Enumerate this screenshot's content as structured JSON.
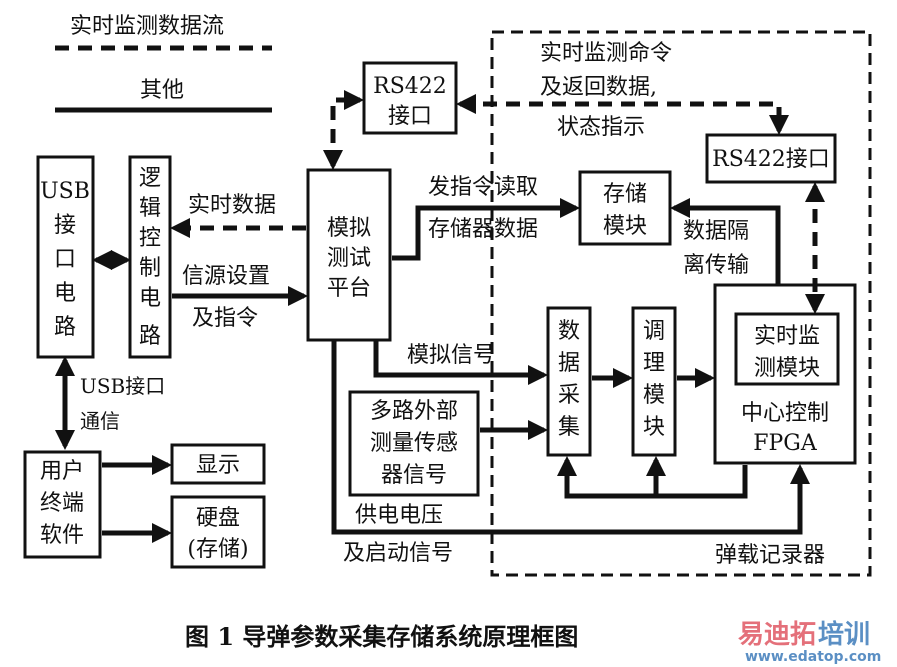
{
  "legend": {
    "realtime_stream_label": "实时监测数据流",
    "other_label": "其他"
  },
  "blocks": {
    "usb_interface_circuit": [
      "USB",
      "接",
      "口",
      "电",
      "路"
    ],
    "logic_control_circuit": [
      "逻",
      "辑",
      "控",
      "制",
      "电",
      "路"
    ],
    "simulation_test_platform": [
      "模拟",
      "测试",
      "平台"
    ],
    "rs422_interface_left": [
      "RS422",
      "接口"
    ],
    "rs422_interface_right": "RS422接口",
    "storage_module": [
      "存储",
      "模块"
    ],
    "data_acquisition": [
      "数",
      "据",
      "采",
      "集"
    ],
    "conditioning_module": [
      "调",
      "理",
      "模",
      "块"
    ],
    "central_control_fpga": [
      "中心控制",
      "FPGA"
    ],
    "realtime_monitor_module": [
      "实时监",
      "测模块"
    ],
    "external_sensors": [
      "多路外部",
      "测量传感",
      "器信号"
    ],
    "user_terminal_software": [
      "用户",
      "终端",
      "软件"
    ],
    "display": "显示",
    "hard_disk": [
      "硬盘",
      "(存储)"
    ]
  },
  "edge_labels": {
    "realtime_data": "实时数据",
    "source_setup": [
      "信源设置",
      "及指令"
    ],
    "read_storage": [
      "发指令读取",
      "存储器数据"
    ],
    "data_isolation": [
      "数据隔",
      "离传输"
    ],
    "monitor_cmd": [
      "实时监测命令",
      "及返回数据,",
      "状态指示"
    ],
    "analog_signal": "模拟信号",
    "power_start": [
      "供电电压",
      "及启动信号"
    ],
    "usb_comm": [
      "USB接口",
      "通信"
    ]
  },
  "region_label": "弹载记录器",
  "caption": "图 1 导弹参数采集存储系统原理框图",
  "watermark": {
    "red_text": "易迪拓",
    "blue_text": "培训",
    "url": "www.edatop.com",
    "red_color": "#e4707a",
    "blue_color": "#5b8fc4"
  }
}
